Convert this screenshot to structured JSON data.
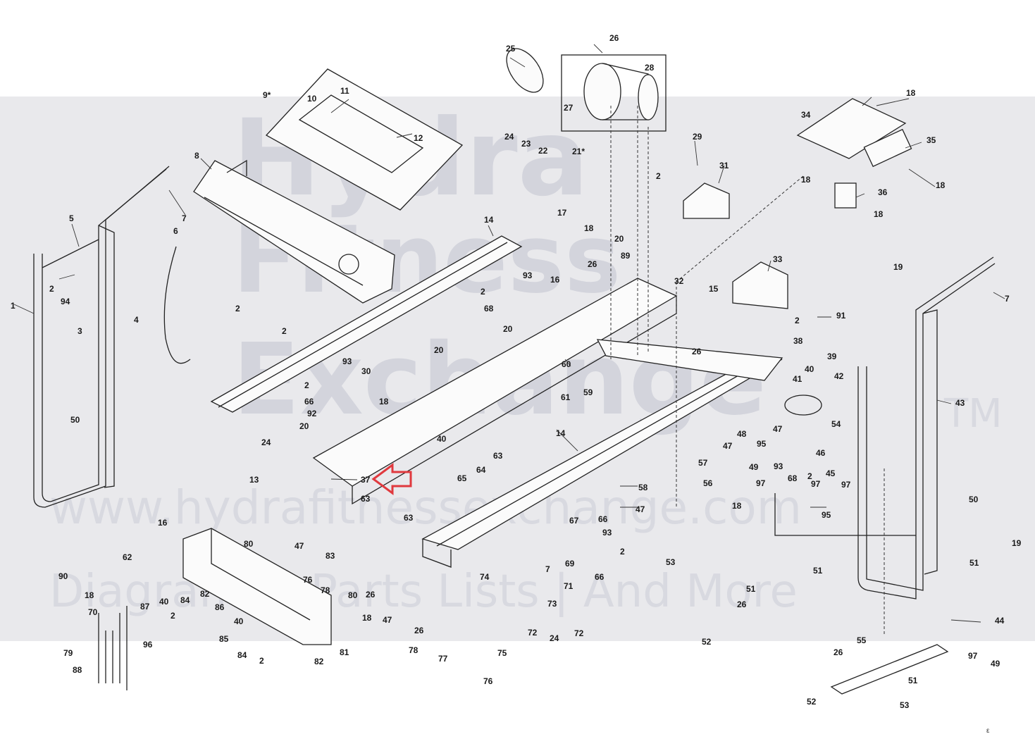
{
  "watermark": {
    "line1": "Hydra",
    "line2": "Fitness",
    "line3": "Exchange",
    "trademark": "TM",
    "url": "www.hydrafitnessexchange.com",
    "tagline": "Diagrams | Parts Lists | And More"
  },
  "callout": {
    "part": "37",
    "arrow_color": "#e0393e"
  },
  "labels": {
    "p1": "1",
    "p2": "2",
    "p3": "3",
    "p4": "4",
    "p5": "5",
    "p6": "6",
    "p7": "7",
    "p8": "8",
    "p9": "9*",
    "p10": "10",
    "p11": "11",
    "p12": "12",
    "p13": "13",
    "p14": "14",
    "p15": "15",
    "p16": "16",
    "p17": "17",
    "p18": "18",
    "p19": "19",
    "p20": "20",
    "p21": "21*",
    "p22": "22",
    "p23": "23",
    "p24": "24",
    "p25": "25",
    "p26": "26",
    "p27": "27",
    "p28": "28",
    "p29": "29",
    "p30": "30",
    "p31": "31",
    "p32": "32",
    "p33": "33",
    "p34": "34",
    "p35": "35",
    "p36": "36",
    "p38": "38",
    "p39": "39",
    "p40": "40",
    "p41": "41",
    "p42": "42",
    "p43": "43",
    "p44": "44",
    "p45": "45",
    "p46": "46",
    "p47": "47",
    "p48": "48",
    "p49": "49",
    "p50": "50",
    "p51": "51",
    "p52": "52",
    "p53": "53",
    "p54": "54",
    "p55": "55",
    "p56": "56",
    "p57": "57",
    "p58": "58",
    "p59": "59",
    "p60": "60",
    "p61": "61",
    "p62": "62",
    "p63": "63",
    "p64": "64",
    "p65": "65",
    "p66": "66",
    "p67": "67",
    "p68": "68",
    "p69": "69",
    "p70": "70",
    "p71": "71",
    "p72": "72",
    "p73": "73",
    "p74": "74",
    "p75": "75",
    "p76": "76",
    "p77": "77",
    "p78": "78",
    "p79": "79",
    "p80": "80",
    "p81": "81",
    "p82": "82",
    "p83": "83",
    "p84": "84",
    "p85": "85",
    "p86": "86",
    "p87": "87",
    "p88": "88",
    "p89": "89",
    "p90": "90",
    "p91": "91",
    "p92": "92",
    "p93": "93",
    "p94": "94",
    "p95": "95",
    "p96": "96",
    "p97": "97"
  },
  "corner_mark": "ε"
}
